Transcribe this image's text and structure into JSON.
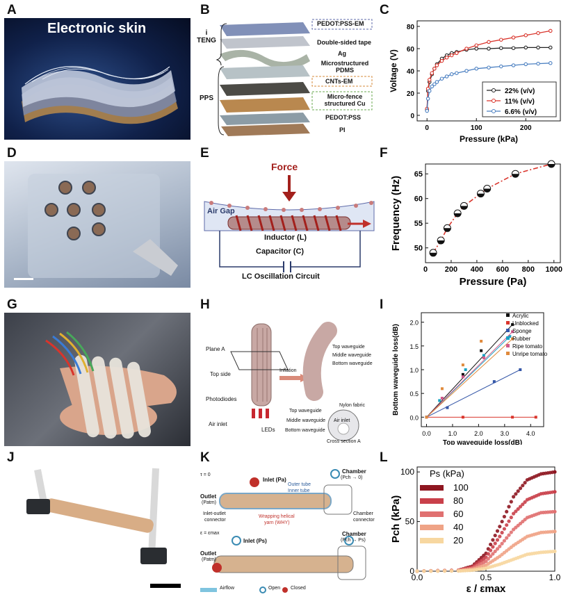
{
  "panel_labels": {
    "A": "A",
    "B": "B",
    "C": "C",
    "D": "D",
    "E": "E",
    "F": "F",
    "G": "G",
    "H": "H",
    "I": "I",
    "J": "J",
    "K": "K",
    "L": "L"
  },
  "panelA": {
    "title": "Electronic skin"
  },
  "panelB": {
    "group_teng": "i\nTENG",
    "group_pps": "PPS",
    "layers": [
      "PEDOT:PSS-EM",
      "Double-sided tape",
      "Ag",
      "Microstructured\nPDMS",
      "CNTs-EM",
      "Micro-fence\nstructured Cu",
      "PEDOT:PSS",
      "PI"
    ]
  },
  "panelE": {
    "force": "Force",
    "air_gap": "Air Gap",
    "inductor": "Inductor (L)",
    "capacitor": "Capacitor (C)",
    "circuit": "LC Oscillation Circuit"
  },
  "panelH": {
    "labels": [
      "Plane A",
      "Top side",
      "Photodiodes",
      "Air inlet",
      "LEDs",
      "Inflation",
      "Top waveguide",
      "Middle waveguide",
      "Bottom waveguide",
      "Nylon fabric",
      "Top waveguide",
      "Middle waveguide",
      "Air inlet",
      "Bottom waveguide",
      "Cross section A"
    ]
  },
  "panelK": {
    "labels": [
      "τ = 0",
      "Inlet (Pa)",
      "Chamber",
      "(Pch → 0)",
      "Outer tube",
      "Inner tube",
      "Outlet",
      "(Patm)",
      "Inlet-outlet",
      "connector",
      "Wrapping helical",
      "yarn (WHY)",
      "Chamber",
      "connector",
      "ε = εmax",
      "Inlet (Ps)",
      "Chamber",
      "(Pch → Ps)",
      "Outlet",
      "(Patm)"
    ],
    "legend": [
      "Airflow",
      "Open",
      "Closed"
    ]
  },
  "chart_data": [
    {
      "panel": "C",
      "type": "line",
      "xlabel": "Pressure (kPa)",
      "ylabel": "Voltage (V)",
      "xlim": [
        -20,
        270
      ],
      "ylim": [
        -5,
        85
      ],
      "xticks": [
        0,
        100,
        200
      ],
      "yticks": [
        0,
        20,
        40,
        60,
        80
      ],
      "legend_position": "bottom-right",
      "grid": false,
      "series": [
        {
          "name": "22% (v/v)",
          "color": "#222222",
          "x": [
            0,
            2,
            5,
            10,
            15,
            20,
            30,
            40,
            50,
            60,
            80,
            100,
            125,
            150,
            175,
            200,
            225,
            250
          ],
          "y": [
            5,
            22,
            30,
            37,
            42,
            46,
            51,
            54,
            56,
            57,
            59,
            60,
            60,
            60.5,
            60.5,
            61,
            61,
            61
          ]
        },
        {
          "name": "11% (v/v)",
          "color": "#d9342b",
          "x": [
            0,
            2,
            5,
            10,
            15,
            20,
            30,
            40,
            50,
            60,
            80,
            100,
            125,
            150,
            175,
            200,
            225,
            250
          ],
          "y": [
            6,
            24,
            32,
            38,
            42,
            45,
            49,
            52,
            54,
            56,
            60,
            63,
            66,
            68,
            70,
            72,
            74,
            76
          ]
        },
        {
          "name": "6.6% (v/v)",
          "color": "#4a7fc1",
          "x": [
            0,
            2,
            5,
            10,
            15,
            20,
            30,
            40,
            50,
            60,
            80,
            100,
            125,
            150,
            175,
            200,
            225,
            250
          ],
          "y": [
            4,
            15,
            22,
            26,
            28,
            30,
            33,
            35,
            37,
            38,
            40,
            42,
            43,
            44,
            45,
            46,
            46.5,
            47
          ]
        }
      ]
    },
    {
      "panel": "F",
      "type": "scatter",
      "xlabel": "Pressure (Pa)",
      "ylabel": "Frequency (Hz)",
      "xlim": [
        0,
        1050
      ],
      "ylim": [
        47,
        67
      ],
      "xticks": [
        0,
        200,
        400,
        600,
        800,
        1000
      ],
      "yticks": [
        50,
        55,
        60,
        65
      ],
      "series": [
        {
          "name": "",
          "color": "#d9342b",
          "x": [
            60,
            120,
            170,
            250,
            300,
            430,
            480,
            700,
            980
          ],
          "y": [
            49,
            51.5,
            54,
            57,
            58.5,
            61,
            62,
            65,
            67
          ]
        }
      ]
    },
    {
      "panel": "I",
      "type": "scatter",
      "xlabel": "Top waveguide loss(dB)",
      "ylabel": "Bottom waveguide loss(dB)",
      "xlim": [
        -0.2,
        4.5
      ],
      "ylim": [
        -0.2,
        2.2
      ],
      "xticks": [
        0.0,
        1.0,
        2.0,
        3.0,
        4.0
      ],
      "yticks": [
        0.0,
        0.5,
        1.0,
        1.5,
        2.0
      ],
      "legend_position": "top-right",
      "series": [
        {
          "name": "Acrylic",
          "color": "#111111",
          "x": [
            0,
            0.6,
            1.4,
            2.1,
            3.3
          ],
          "y": [
            0,
            0.4,
            0.9,
            1.4,
            1.95
          ]
        },
        {
          "name": "Unblocked",
          "color": "#d9342b",
          "x": [
            0,
            1.4,
            3.3,
            4.2
          ],
          "y": [
            0,
            0,
            0,
            0
          ]
        },
        {
          "name": "Sponge",
          "color": "#3557a8",
          "x": [
            0,
            0.8,
            2.6,
            3.6
          ],
          "y": [
            0,
            0.2,
            0.75,
            1.0
          ]
        },
        {
          "name": "Rubber",
          "color": "#1aa3c4",
          "x": [
            0,
            0.5,
            1.5,
            2.2,
            3.2
          ],
          "y": [
            0,
            0.35,
            1.0,
            1.3,
            1.7
          ]
        },
        {
          "name": "Ripe tomato",
          "color": "#d05a8a",
          "x": [
            0,
            0.6,
            1.4,
            2.2,
            3.3
          ],
          "y": [
            0,
            0.4,
            0.85,
            1.25,
            1.8
          ]
        },
        {
          "name": "Unripe tomato",
          "color": "#e08a3c",
          "x": [
            0,
            0.6,
            1.4,
            2.1,
            3.3
          ],
          "y": [
            0,
            0.6,
            1.1,
            1.6,
            1.65
          ]
        }
      ]
    },
    {
      "panel": "L",
      "type": "line",
      "xlabel": "ε / εmax",
      "ylabel": "Pch (kPa)",
      "xlim": [
        0,
        1.0
      ],
      "ylim": [
        0,
        105
      ],
      "xticks": [
        0.0,
        0.5,
        1.0
      ],
      "yticks": [
        0,
        50,
        100
      ],
      "legend_title": "Ps (kPa)",
      "legend_position": "top-left",
      "series": [
        {
          "name": "100",
          "color": "#8e1620",
          "x": [
            0,
            0.3,
            0.4,
            0.5,
            0.6,
            0.7,
            0.8,
            0.9,
            1.0
          ],
          "y": [
            0,
            1,
            5,
            18,
            45,
            75,
            92,
            98,
            100
          ]
        },
        {
          "name": "80",
          "color": "#c9404a",
          "x": [
            0,
            0.3,
            0.4,
            0.5,
            0.6,
            0.7,
            0.8,
            0.9,
            1.0
          ],
          "y": [
            0,
            1,
            4,
            14,
            35,
            58,
            72,
            78,
            80
          ]
        },
        {
          "name": "60",
          "color": "#e07070",
          "x": [
            0,
            0.3,
            0.4,
            0.5,
            0.6,
            0.7,
            0.8,
            0.9,
            1.0
          ],
          "y": [
            0,
            1,
            3,
            10,
            25,
            42,
            54,
            59,
            60
          ]
        },
        {
          "name": "40",
          "color": "#efa386",
          "x": [
            0,
            0.3,
            0.4,
            0.5,
            0.6,
            0.7,
            0.8,
            0.9,
            1.0
          ],
          "y": [
            0,
            0.5,
            2,
            6,
            15,
            26,
            35,
            39,
            40
          ]
        },
        {
          "name": "20",
          "color": "#f7d7a0",
          "x": [
            0,
            0.3,
            0.4,
            0.5,
            0.6,
            0.7,
            0.8,
            0.9,
            1.0
          ],
          "y": [
            0,
            0.2,
            1,
            3,
            7,
            12,
            17,
            19,
            20
          ]
        }
      ]
    }
  ]
}
